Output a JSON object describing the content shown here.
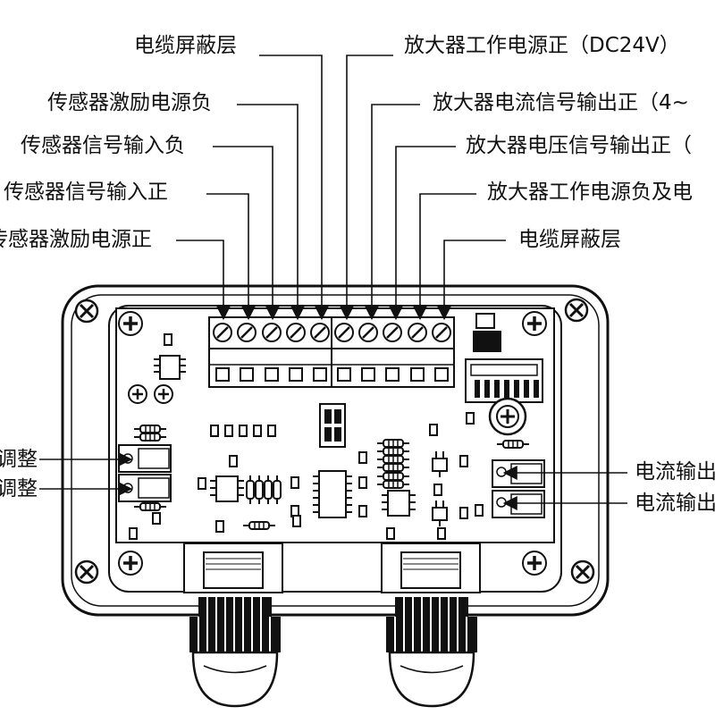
{
  "labels_top_left": [
    {
      "id": "tl1",
      "text": "电缆屏蔽层"
    },
    {
      "id": "tl2",
      "text": "传感器激励电源负"
    },
    {
      "id": "tl3",
      "text": "传感器信号输入负"
    },
    {
      "id": "tl4",
      "text": "传感器信号输入正"
    },
    {
      "id": "tl5",
      "text": "传感器激励电源正"
    }
  ],
  "labels_top_right": [
    {
      "id": "tr1",
      "text": "放大器工作电源正（DC24V）"
    },
    {
      "id": "tr2",
      "text": "放大器电流信号输出正（4~"
    },
    {
      "id": "tr3",
      "text": "放大器电压信号输出正（"
    },
    {
      "id": "tr4",
      "text": "放大器工作电源负及电"
    },
    {
      "id": "tr5",
      "text": "电缆屏蔽层"
    }
  ],
  "labels_side_left": [
    {
      "id": "sl1",
      "text": "调整"
    },
    {
      "id": "sl2",
      "text": "调整"
    }
  ],
  "labels_side_right": [
    {
      "id": "sr1",
      "text": "电流输出"
    },
    {
      "id": "sr2",
      "text": "电流输出"
    }
  ],
  "colors": {
    "line": "#111111",
    "board": "#ffffff",
    "housing": "#ffffff",
    "component": "#222222"
  }
}
